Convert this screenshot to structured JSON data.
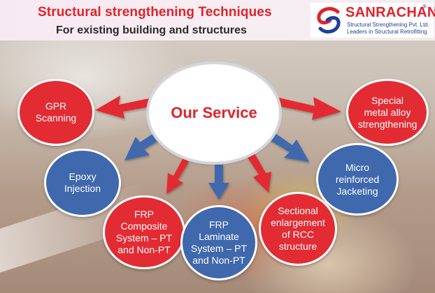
{
  "header": {
    "title": "Structural strengthening Techniques",
    "subtitle": "For existing building and structures"
  },
  "logo": {
    "name": "SANRACHANA",
    "registered": "®",
    "tagline_1": "Structural Strengthening Pvt. Ltd.",
    "tagline_2": "Leaders in Structural Retrofitting"
  },
  "center": {
    "label": "Our Service"
  },
  "services": [
    {
      "label": "GPR\nScanning",
      "color": "red"
    },
    {
      "label": "Special\nmetal alloy\nstrengthening",
      "color": "red"
    },
    {
      "label": "Epoxy\nInjection",
      "color": "blue"
    },
    {
      "label": "Micro\nreinforced\nJacketing",
      "color": "blue"
    },
    {
      "label": "FRP\nComposite\nSystem – PT\nand Non-PT",
      "color": "red"
    },
    {
      "label": "FRP\nLaminate\nSystem – PT\nand Non-PT",
      "color": "blue"
    },
    {
      "label": "Sectional\nenlargement\nof RCC\nstructure",
      "color": "red"
    }
  ],
  "colors": {
    "red": "#e32b33",
    "blue": "#3f68ad",
    "title_red": "#e0232b",
    "logo_blue": "#1f3f9a"
  }
}
